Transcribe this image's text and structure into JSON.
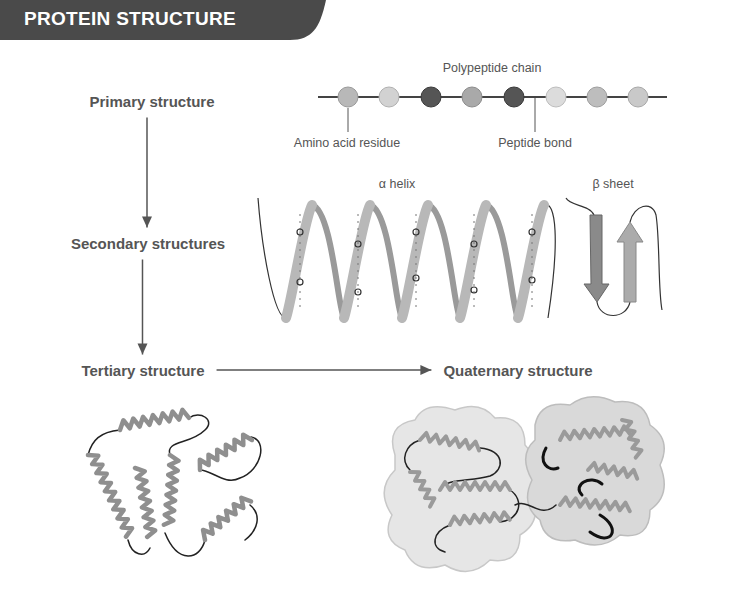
{
  "diagram": {
    "title": "PROTEIN STRUCTURE",
    "nodes": [
      {
        "text": [
          "Primary structure"
        ]
      },
      {
        "text": [
          "Secondary structures"
        ]
      },
      {
        "text": [
          "Tertiary structure"
        ]
      },
      {
        "text": [
          "Quaternary structure"
        ]
      }
    ],
    "edges": [
      {
        "from": 0,
        "to": 1,
        "arrow": "to"
      },
      {
        "from": 1,
        "to": 2,
        "arrow": "to"
      },
      {
        "from": 2,
        "to": 3,
        "arrow": "to"
      }
    ],
    "labels": [
      "Polypeptide chain",
      "Amino acid residue",
      "Peptide bond",
      "α helix",
      "β sheet"
    ]
  }
}
